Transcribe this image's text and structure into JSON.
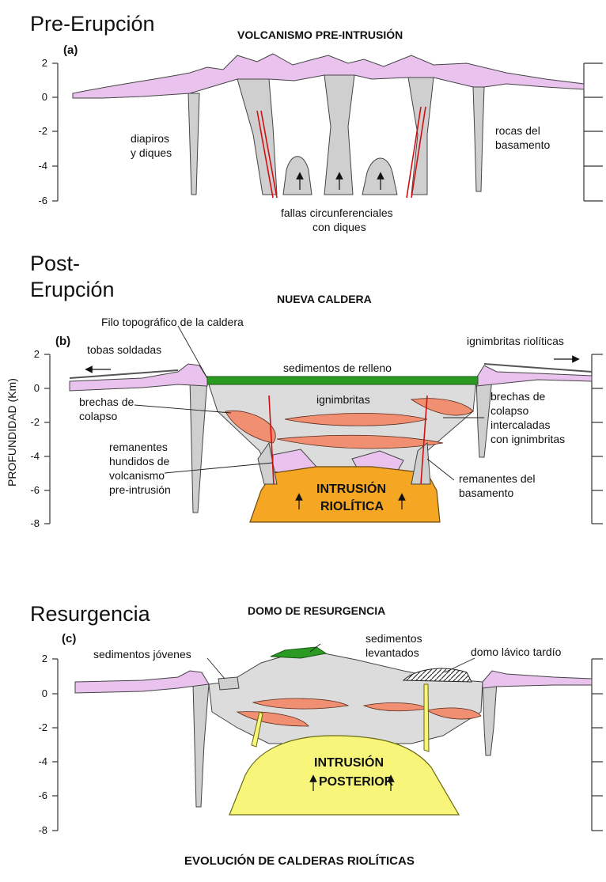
{
  "panels": [
    {
      "title": "Pre-Erupción",
      "tag": "(a)",
      "heading": "VOLCANISMO PRE-INTRUSIÓN",
      "ticks": [
        "2",
        "0",
        "-2",
        "-4",
        "-6"
      ],
      "labels": {
        "diapiros_1": "diapiros",
        "diapiros_2": "y diques",
        "rocas_1": "rocas del",
        "rocas_2": "basamento",
        "fallas_1": "fallas circunferenciales",
        "fallas_2": "con diques"
      }
    },
    {
      "title_1": "Post-",
      "title_2": "Erupción",
      "tag": "(b)",
      "heading": "NUEVA CALDERA",
      "ticks": [
        "2",
        "0",
        "-2",
        "-4",
        "-6",
        "-8"
      ],
      "axis_label": "PROFUNDIDAD (Km)",
      "labels": {
        "filo": "Filo topográfico de la caldera",
        "tobas": "tobas soldadas",
        "ign_riol": "ignimbritas riolíticas",
        "sedimentos": "sedimentos de relleno",
        "ignimbritas": "ignimbritas",
        "brechas_1": "brechas de",
        "brechas_2": "colapso",
        "brechas_int_1": "brechas de",
        "brechas_int_2": "colapso",
        "brechas_int_3": "intercaladas",
        "brechas_int_4": "con ignimbritas",
        "reman_1": "remanentes",
        "reman_2": "hundidos de",
        "reman_3": "volcanismo",
        "reman_4": "pre-intrusión",
        "reman_bas_1": "remanentes del",
        "reman_bas_2": "basamento",
        "intrusion_1": "INTRUSIÓN",
        "intrusion_2": "RIOLÍTICA"
      }
    },
    {
      "title": "Resurgencia",
      "tag": "(c)",
      "heading": "DOMO DE RESURGENCIA",
      "ticks": [
        "2",
        "0",
        "-2",
        "-4",
        "-6",
        "-8"
      ],
      "labels": {
        "jovenes": "sedimentos jóvenes",
        "lev_1": "sedimentos",
        "lev_2": "levantados",
        "domo": "domo lávico tardío",
        "intrusion_1": "INTRUSIÓN",
        "intrusion_2": "POSTERIOR"
      }
    }
  ],
  "footer": "EVOLUCIÓN DE CALDERAS RIOLÍTICAS",
  "colors": {
    "pink": "#e9c2ee",
    "grey": "#dcdcdc",
    "green": "#2a9a22",
    "orange": "#f5a623",
    "yellow": "#f7f57a",
    "coral": "#f08f72",
    "fault": "#d01010"
  }
}
